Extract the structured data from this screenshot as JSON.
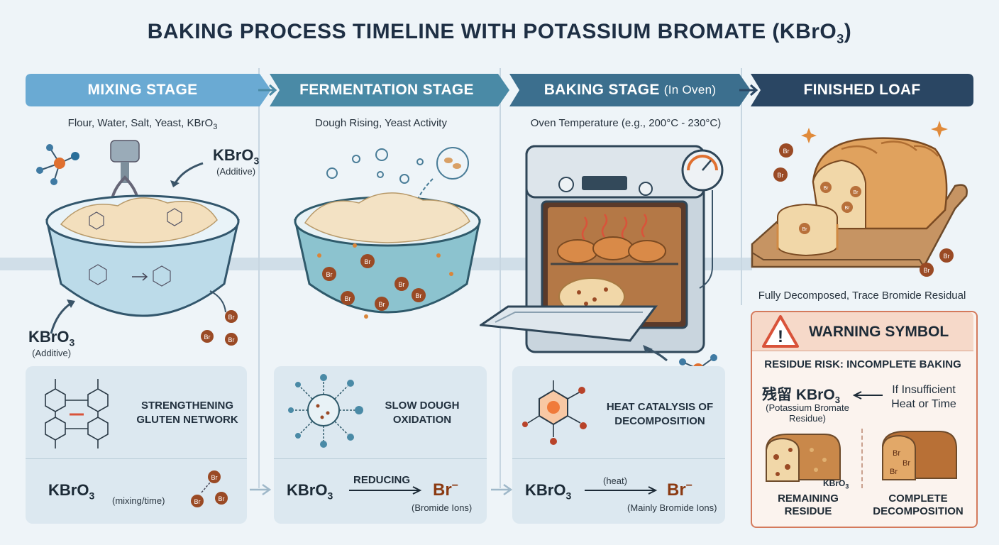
{
  "title": "BAKING PROCESS TIMELINE WITH POTASSIUM BROMATE (KBrO",
  "title_sub": "3",
  "title_end": ")",
  "colors": {
    "stage1": "#6aaad3",
    "stage2": "#4a8aa6",
    "stage3": "#3c6f8e",
    "stage4": "#2a4663",
    "bromide": "#9a4a25",
    "warning": "#d9533a"
  },
  "stages": [
    {
      "label": "MIXING STAGE",
      "caption": "Flour, Water, Salt, Yeast, KBrO",
      "caption_sub": "3"
    },
    {
      "label": "FERMENTATION STAGE",
      "caption": "Dough Rising, Yeast Activity"
    },
    {
      "label": "BAKING STAGE",
      "label_sub": "(In Oven)",
      "caption": "Oven Temperature (e.g., 200°C - 230°C)"
    },
    {
      "label": "FINISHED LOAF",
      "caption": "Fully Decomposed, Trace Bromide Residual"
    }
  ],
  "mixing": {
    "additive_top_formula": "KBrO",
    "additive_top_sub": "3",
    "additive_top_note": "(Additive)",
    "additive_left_formula": "KBrO",
    "additive_left_sub": "3",
    "additive_left_note": "(Additive)",
    "panel_text_1": "STRENGTHENING",
    "panel_text_2": "GLUTEN NETWORK",
    "eq_formula": "KBrO",
    "eq_sub": "3",
    "eq_note": "(mixing/time)"
  },
  "fermentation": {
    "panel_text_1": "SLOW DOUGH",
    "panel_text_2": "OXIDATION",
    "eq_formula": "KBrO",
    "eq_sub": "3",
    "eq_arrow_label": "REDUCING",
    "eq_product": "Br",
    "eq_charge": "−",
    "eq_note": "(Bromide Ions)"
  },
  "baking": {
    "panel_text_1": "HEAT CATALYSIS OF",
    "panel_text_2": "DECOMPOSITION",
    "eq_formula": "KBrO",
    "eq_sub": "3",
    "eq_arrow_label": "(heat)",
    "eq_product": "Br",
    "eq_charge": "−",
    "eq_note": "(Mainly Bromide Ions)"
  },
  "ion_label": "Br",
  "warning": {
    "symbol": "!",
    "title": "WARNING SYMBOL",
    "risk": "RESIDUE RISK: INCOMPLETE BAKING",
    "residue_cn": "残留",
    "residue_formula": "KBrO",
    "residue_sub": "3",
    "residue_note_1": "(Potassium Bromate",
    "residue_note_2": "Residue)",
    "condition_1": "If Insufficient",
    "condition_2": "Heat or Time",
    "loaf_label": "KBrO",
    "loaf_label_sub": "3",
    "left_caption_1": "REMAINING",
    "left_caption_2": "RESIDUE",
    "right_caption_1": "COMPLETE",
    "right_caption_2": "DECOMPOSITION"
  }
}
